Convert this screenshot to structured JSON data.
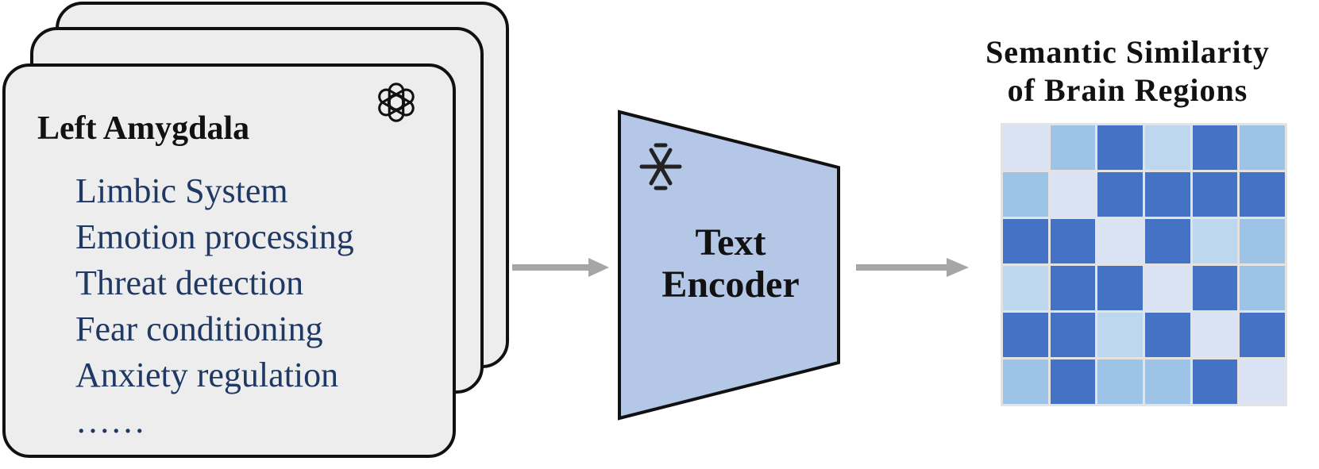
{
  "cards": {
    "title": "Left Amygdala",
    "logo": "openai-logo-icon",
    "terms": [
      "Limbic System",
      "Emotion processing",
      "Threat detection",
      "Fear conditioning",
      "Anxiety regulation",
      "……"
    ]
  },
  "encoder": {
    "line1": "Text",
    "line2": "Encoder",
    "frozen_icon": "snowflake-icon",
    "fill_color": "#b4c7e7"
  },
  "heatmap": {
    "title_line1": "Semantic Similarity",
    "title_line2": "of Brain Regions",
    "colors": [
      "#dae3f3",
      "#bdd7ee",
      "#9dc3e6",
      "#4472c4"
    ],
    "matrix": [
      [
        0,
        2,
        3,
        1,
        3,
        2
      ],
      [
        2,
        0,
        3,
        3,
        3,
        3
      ],
      [
        3,
        3,
        0,
        3,
        1,
        2
      ],
      [
        1,
        3,
        3,
        0,
        3,
        2
      ],
      [
        3,
        3,
        1,
        3,
        0,
        3
      ],
      [
        2,
        3,
        2,
        2,
        3,
        0
      ]
    ]
  },
  "arrow_color": "#a6a6a6"
}
